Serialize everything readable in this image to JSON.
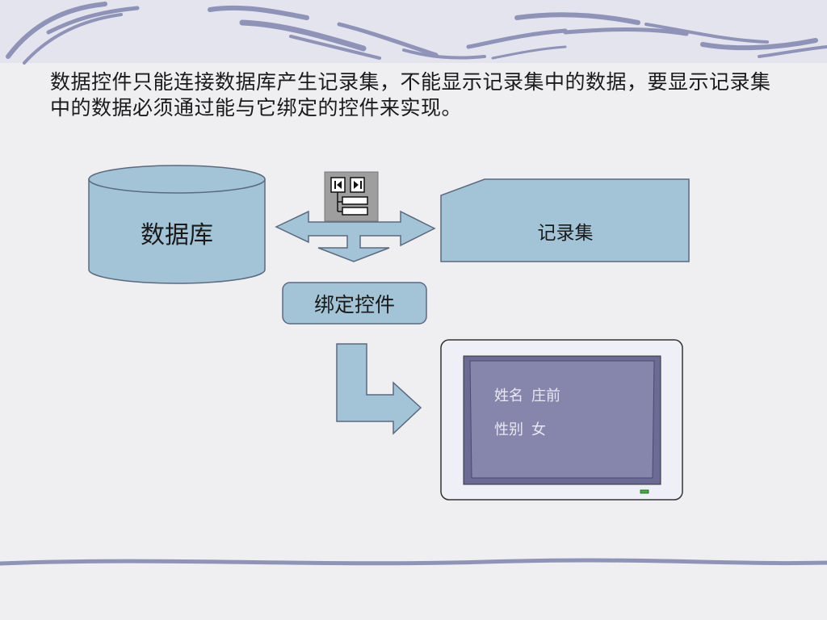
{
  "slide": {
    "intro_text": "数据控件只能连接数据库产生记录集，不能显示记录集中的数据，要显示记录集中的数据必须通过能与它绑定的控件来实现。",
    "database_label": "数据库",
    "recordset_label": "记录集",
    "bound_control_label": "绑定控件",
    "screen": {
      "name_label": "姓名",
      "name_value": "庄前",
      "gender_label": "性别",
      "gender_value": "女"
    }
  },
  "colors": {
    "shape_fill": "#a3c4d6",
    "shape_stroke": "#5a6a80",
    "screen_fill": "#8686ad",
    "monitor_frame": "#cfd4e6",
    "decor_stroke": "#8f93b8"
  },
  "icons": {
    "data_control": "data-control-icon"
  }
}
